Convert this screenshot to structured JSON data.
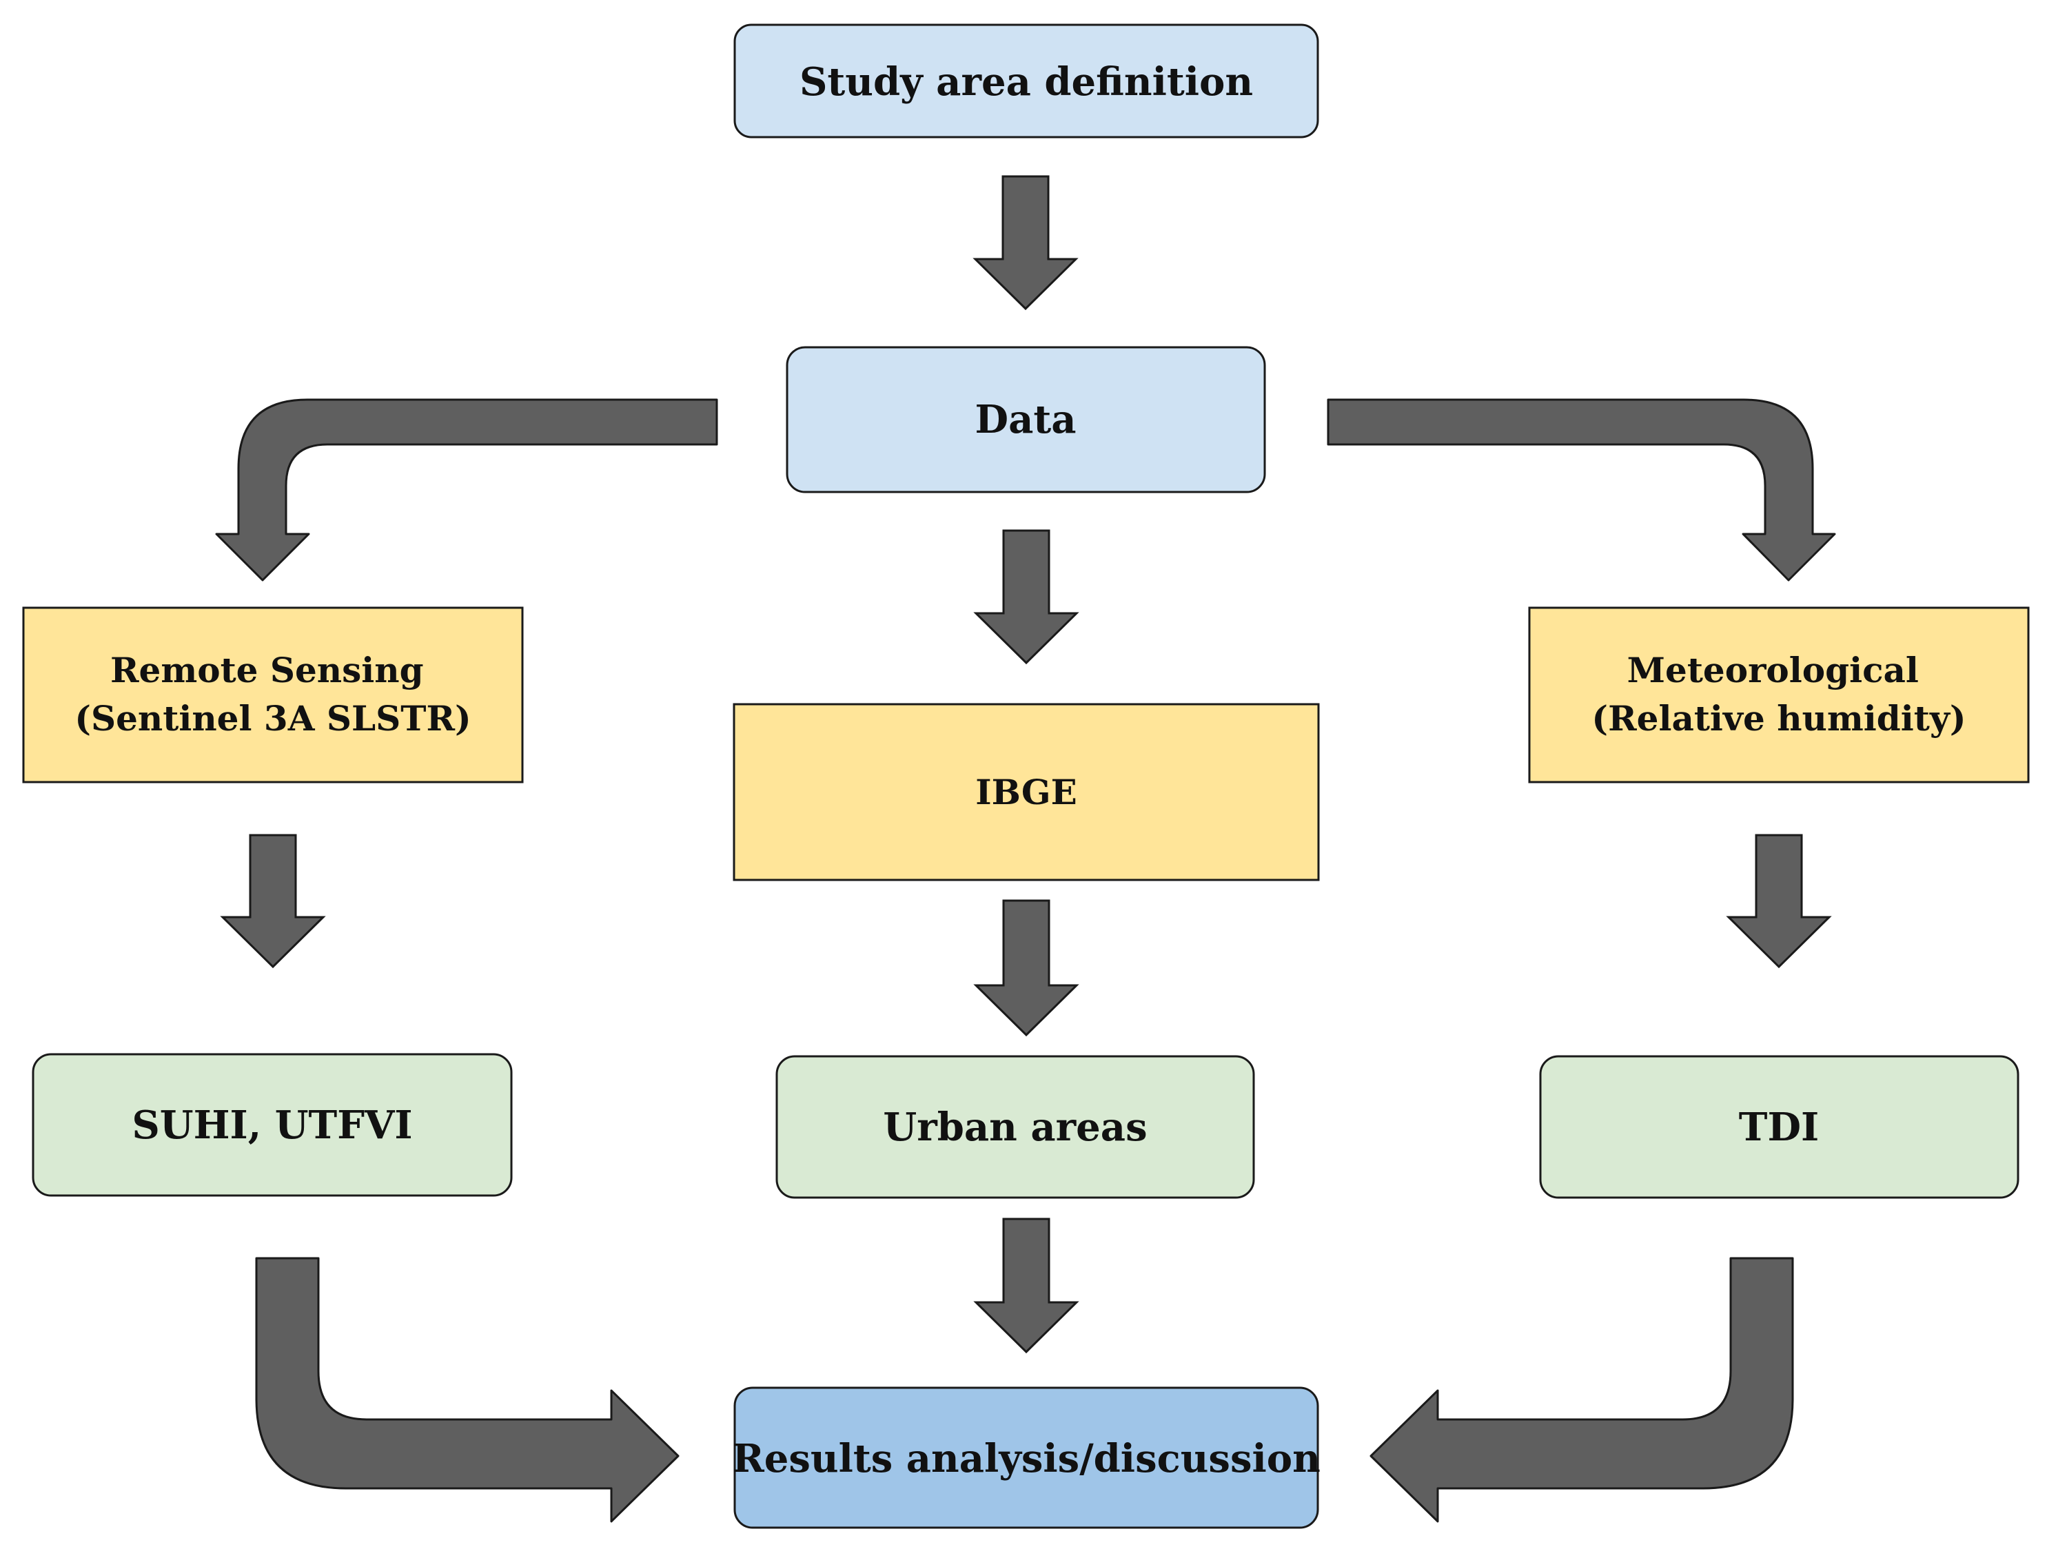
{
  "colors": {
    "box_blue_light": "#cfe2f3",
    "box_blue_dark": "#9fc5e8",
    "box_yellow": "#ffe599",
    "box_green": "#d9ead3",
    "arrow": "#5f5f5f",
    "stroke": "#1a1a1a"
  },
  "nodes": {
    "study_area": "Study area definition",
    "data": "Data",
    "remote_sensing": [
      "Remote Sensing",
      "(Sentinel 3A SLSTR)"
    ],
    "ibge": "IBGE",
    "meteorological": [
      "Meteorological",
      "(Relative humidity)"
    ],
    "suhi": "SUHI, UTFVI",
    "urban_areas": "Urban areas",
    "tdi": "TDI",
    "results": "Results analysis/discussion"
  }
}
